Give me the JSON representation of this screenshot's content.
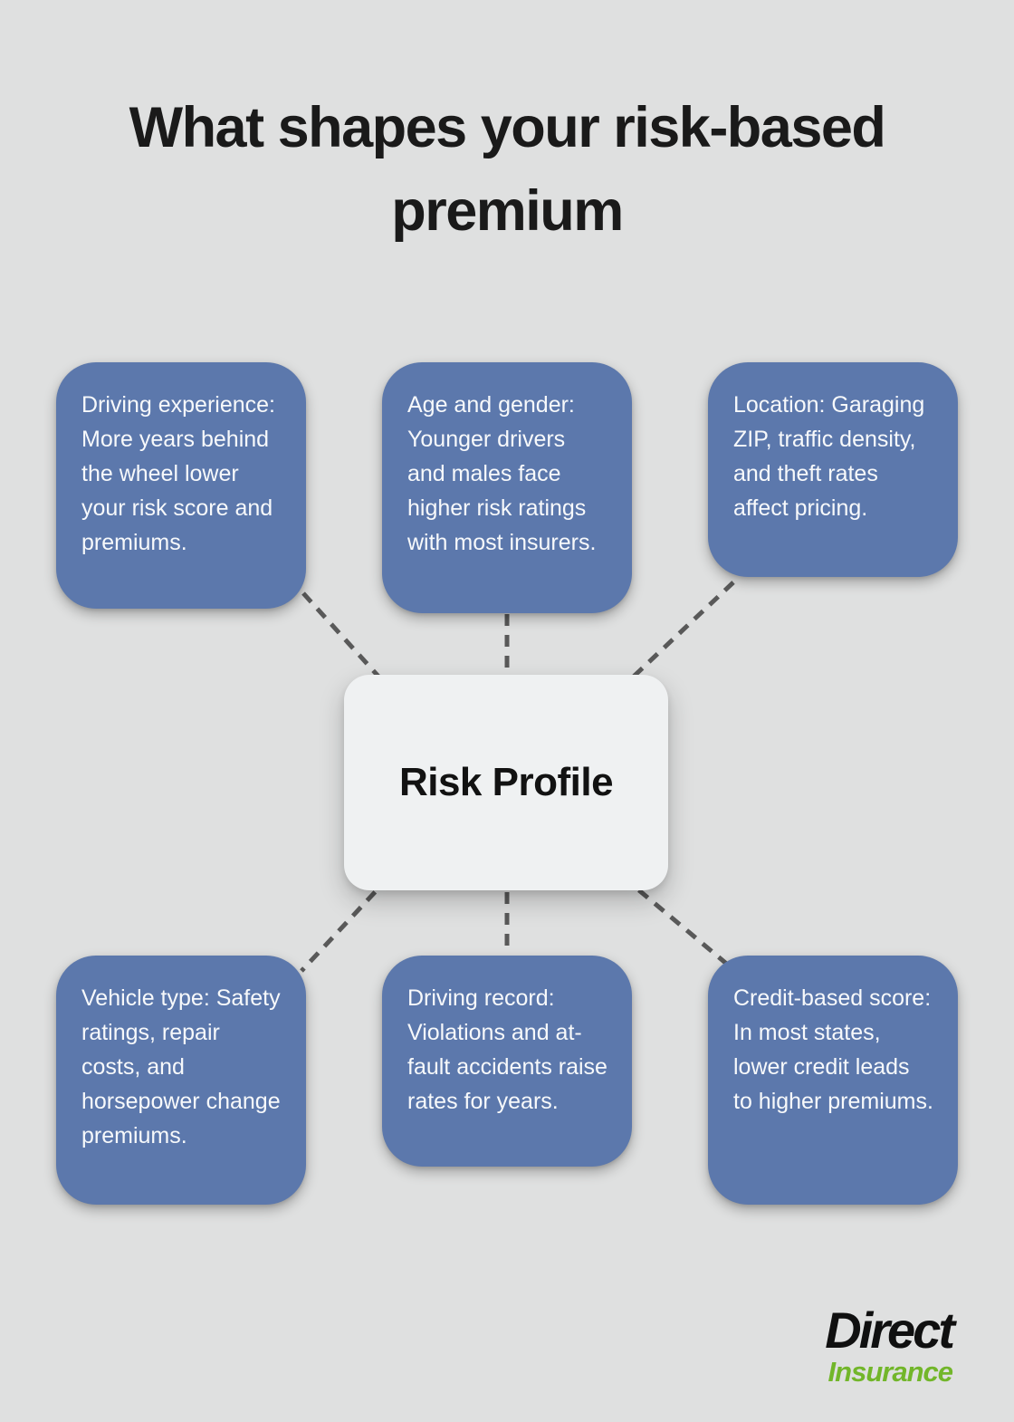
{
  "title": "What shapes your risk-based premium",
  "center": {
    "label": "Risk Profile"
  },
  "factors": [
    {
      "id": "driving-experience",
      "text": "Driving experience: More years behind the wheel lower your risk score and premiums."
    },
    {
      "id": "age-gender",
      "text": "Age and gender: Younger drivers and males face higher risk ratings with most insurers."
    },
    {
      "id": "location",
      "text": "Location: Garaging ZIP, traffic density, and theft rates affect pricing."
    },
    {
      "id": "vehicle-type",
      "text": "Vehicle type: Safety ratings, repair costs, and horsepower change premiums."
    },
    {
      "id": "driving-record",
      "text": "Driving record: Violations and at-fault accidents raise rates for years."
    },
    {
      "id": "credit-score",
      "text": "Credit-based score: In most states, lower credit leads to higher premiums."
    }
  ],
  "logo": {
    "primary": "Direct",
    "secondary": "Insurance"
  },
  "colors": {
    "background": "#dfe0e0",
    "factor_box": "#5c78ac",
    "factor_text": "#f7f9fb",
    "center_box": "#eff1f2",
    "center_text": "#121212",
    "title_text": "#1a1a1a",
    "connector": "#595959",
    "logo_primary": "#101010",
    "logo_secondary": "#72b62a"
  }
}
